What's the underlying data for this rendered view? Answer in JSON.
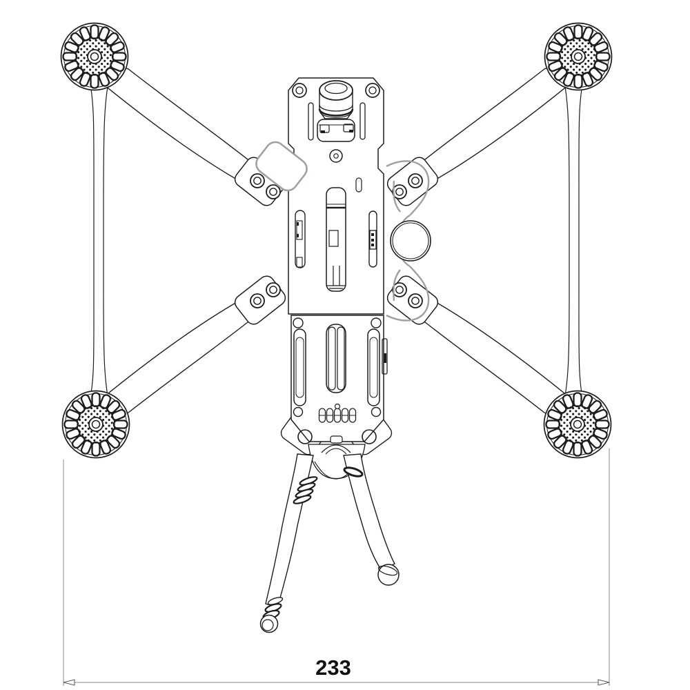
{
  "drawing": {
    "kind": "technical-line-drawing",
    "view": "top-view-drone-frame"
  },
  "dimension": {
    "label": "233"
  },
  "colors": {
    "line": "#1c1c1c",
    "secondary_line": "#9aa0a6",
    "dimension_line": "#8a8a8a",
    "background": "#ffffff"
  },
  "parts": [
    "motor-front-left",
    "motor-front-right",
    "motor-rear-left",
    "motor-rear-right",
    "side-strut-left",
    "side-strut-right",
    "arm-front-left",
    "arm-front-right",
    "arm-rear-left",
    "arm-rear-right",
    "camera-lens",
    "camera-mount-plate",
    "body-top-plate",
    "body-bottom-plate",
    "side-bracket-ring",
    "antenna-left",
    "antenna-right",
    "width-dimension"
  ]
}
